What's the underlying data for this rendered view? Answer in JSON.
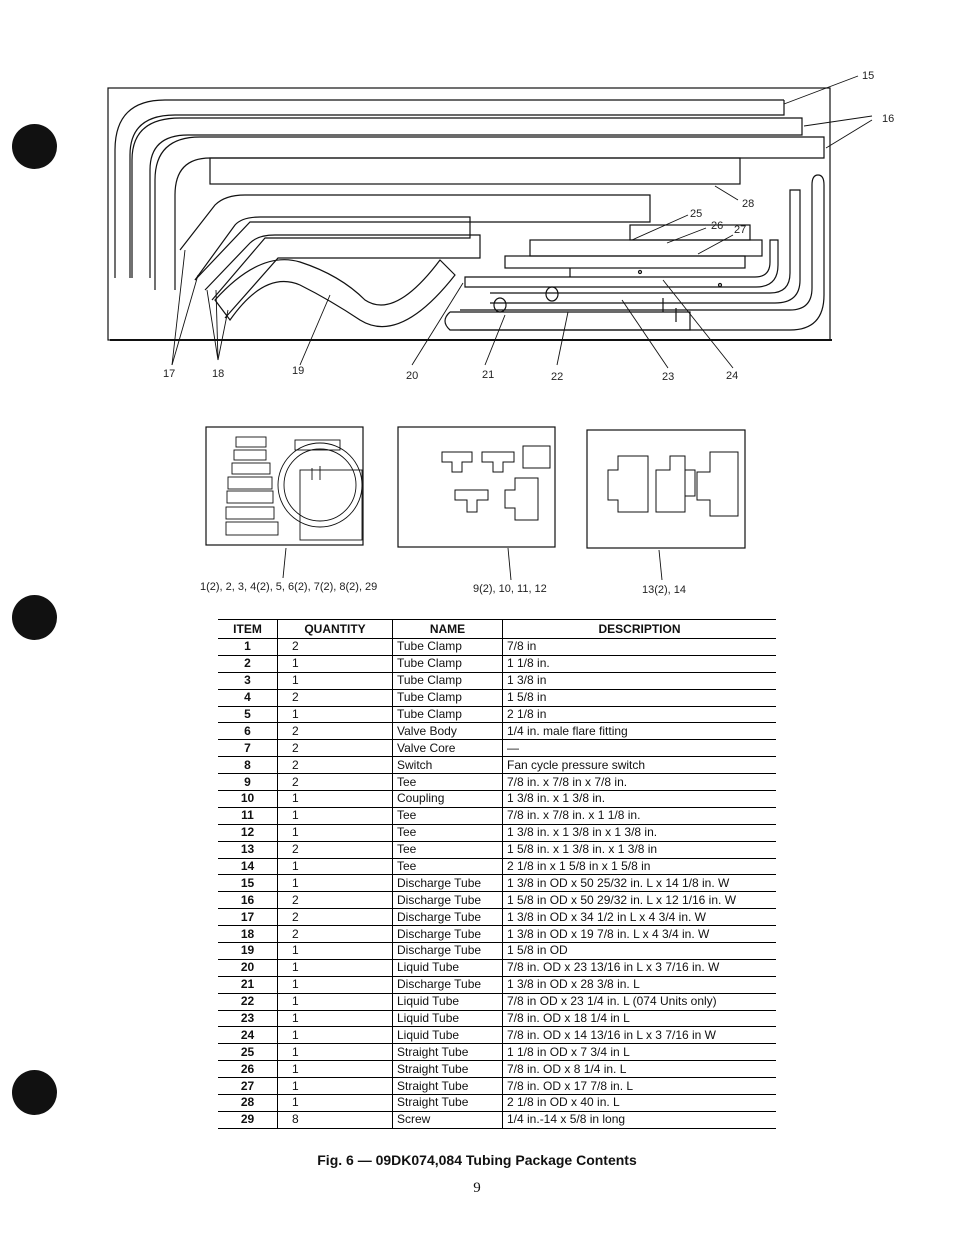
{
  "diagram": {
    "callouts": [
      "15",
      "16",
      "17",
      "18",
      "19",
      "20",
      "21",
      "22",
      "23",
      "24",
      "25",
      "26",
      "27",
      "28"
    ]
  },
  "kits": {
    "clamp_kit_caption": "1(2), 2, 3, 4(2), 5, 6(2), 7(2), 8(2), 29",
    "tee_kit_caption": "9(2), 10, 11, 12",
    "large_tee_kit_caption": "13(2), 14"
  },
  "table": {
    "headers": [
      "ITEM",
      "QUANTITY",
      "NAME",
      "DESCRIPTION"
    ],
    "rows": [
      [
        "1",
        "2",
        "Tube Clamp",
        "7/8 in"
      ],
      [
        "2",
        "1",
        "Tube Clamp",
        "1 1/8 in."
      ],
      [
        "3",
        "1",
        "Tube Clamp",
        "1 3/8 in"
      ],
      [
        "4",
        "2",
        "Tube Clamp",
        "1 5/8 in"
      ],
      [
        "5",
        "1",
        "Tube Clamp",
        "2 1/8 in"
      ],
      [
        "6",
        "2",
        "Valve Body",
        "1/4 in. male flare fitting"
      ],
      [
        "7",
        "2",
        "Valve Core",
        "—"
      ],
      [
        "8",
        "2",
        "Switch",
        "Fan cycle pressure switch"
      ],
      [
        "9",
        "2",
        "Tee",
        "7/8 in. x 7/8 in  x 7/8 in."
      ],
      [
        "10",
        "1",
        "Coupling",
        "1 3/8 in. x 1 3/8 in."
      ],
      [
        "11",
        "1",
        "Tee",
        "7/8 in. x 7/8 in. x 1 1/8 in."
      ],
      [
        "12",
        "1",
        "Tee",
        "1 3/8 in. x 1 3/8 in  x 1 3/8 in."
      ],
      [
        "13",
        "2",
        "Tee",
        "1 5/8 in. x 1 3/8 in. x 1 3/8 in"
      ],
      [
        "14",
        "1",
        "Tee",
        "2 1/8 in  x 1 5/8 in  x 1 5/8 in"
      ],
      [
        "15",
        "1",
        "Discharge Tube",
        "1 3/8 in  OD x 50 25/32 in. L x 14 1/8 in. W"
      ],
      [
        "16",
        "2",
        "Discharge Tube",
        "1 5/8 in  OD x 50 29/32 in. L x 12 1/16 in. W"
      ],
      [
        "17",
        "2",
        "Discharge Tube",
        "1 3/8 in  OD x 34 1/2 in  L x 4 3/4 in. W"
      ],
      [
        "18",
        "2",
        "Discharge Tube",
        "1 3/8 in  OD x 19 7/8 in. L x 4 3/4 in. W"
      ],
      [
        "19",
        "1",
        "Discharge Tube",
        "1 5/8 in  OD"
      ],
      [
        "20",
        "1",
        "Liquid Tube",
        "7/8 in. OD x 23 13/16 in  L x 3 7/16 in. W"
      ],
      [
        "21",
        "1",
        "Discharge Tube",
        "1 3/8 in  OD x 28 3/8 in. L"
      ],
      [
        "22",
        "1",
        "Liquid Tube",
        "7/8 in  OD x 23 1/4 in. L (074 Units only)"
      ],
      [
        "23",
        "1",
        "Liquid Tube",
        "7/8 in. OD x 18 1/4 in  L"
      ],
      [
        "24",
        "1",
        "Liquid Tube",
        "7/8 in. OD x 14 13/16 in  L x 3 7/16 in  W"
      ],
      [
        "25",
        "1",
        "Straight Tube",
        "1 1/8 in  OD x 7 3/4 in  L"
      ],
      [
        "26",
        "1",
        "Straight Tube",
        "7/8 in. OD x 8 1/4 in. L"
      ],
      [
        "27",
        "1",
        "Straight Tube",
        "7/8 in. OD x 17 7/8 in. L"
      ],
      [
        "28",
        "1",
        "Straight Tube",
        "2 1/8 in  OD x 40 in. L"
      ],
      [
        "29",
        "8",
        "Screw",
        "1/4 in.-14 x 5/8 in  long"
      ]
    ]
  },
  "figure": {
    "caption": "Fig. 6 — 09DK074,084 Tubing Package Contents"
  },
  "page": {
    "number": "9"
  }
}
